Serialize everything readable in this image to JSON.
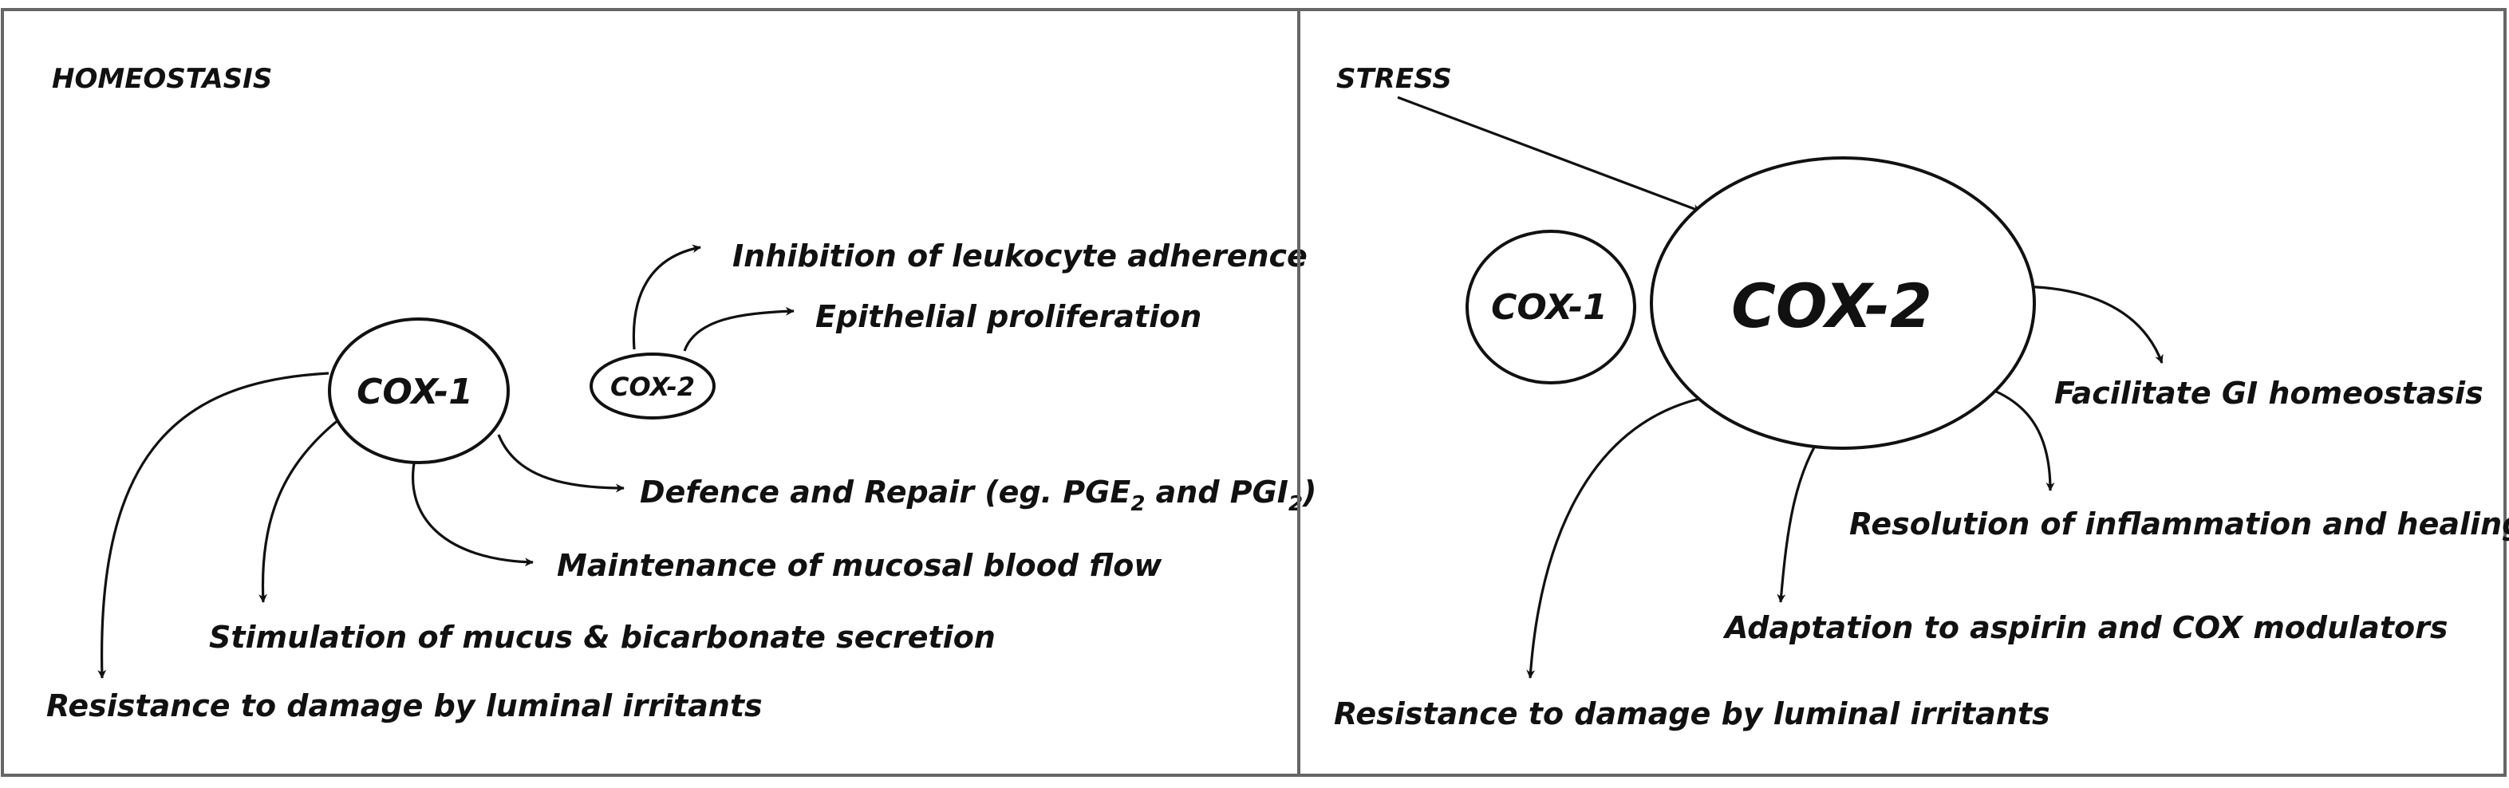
{
  "homeostasis": {
    "heading": "HOMEOSTASIS",
    "cox1": "COX-1",
    "cox2": "COX-2",
    "effects": {
      "inhibition": "Inhibition of leukocyte adherence",
      "epithelial": "Epithelial proliferation",
      "defence_main": "Defence and Repair (eg. PGE",
      "defence_sub1": "2",
      "defence_and": " and PGI",
      "defence_sub2": "2",
      "defence_close": ")",
      "maintenance": "Maintenance of mucosal blood flow",
      "stimulation": "Stimulation of mucus & bicarbonate secretion",
      "resistance": "Resistance to damage by luminal irritants"
    }
  },
  "stress": {
    "heading": "STRESS",
    "cox1": "COX-1",
    "cox2": "COX-2",
    "effects": {
      "facilitate": "Facilitate GI homeostasis",
      "resolution": "Resolution of inflammation and healing",
      "adaptation": "Adaptation to aspirin and COX modulators",
      "resistance": "Resistance to damage by luminal irritants"
    }
  },
  "colors": {
    "ink": "#111111",
    "frame": "#666666",
    "background": "#ffffff"
  }
}
